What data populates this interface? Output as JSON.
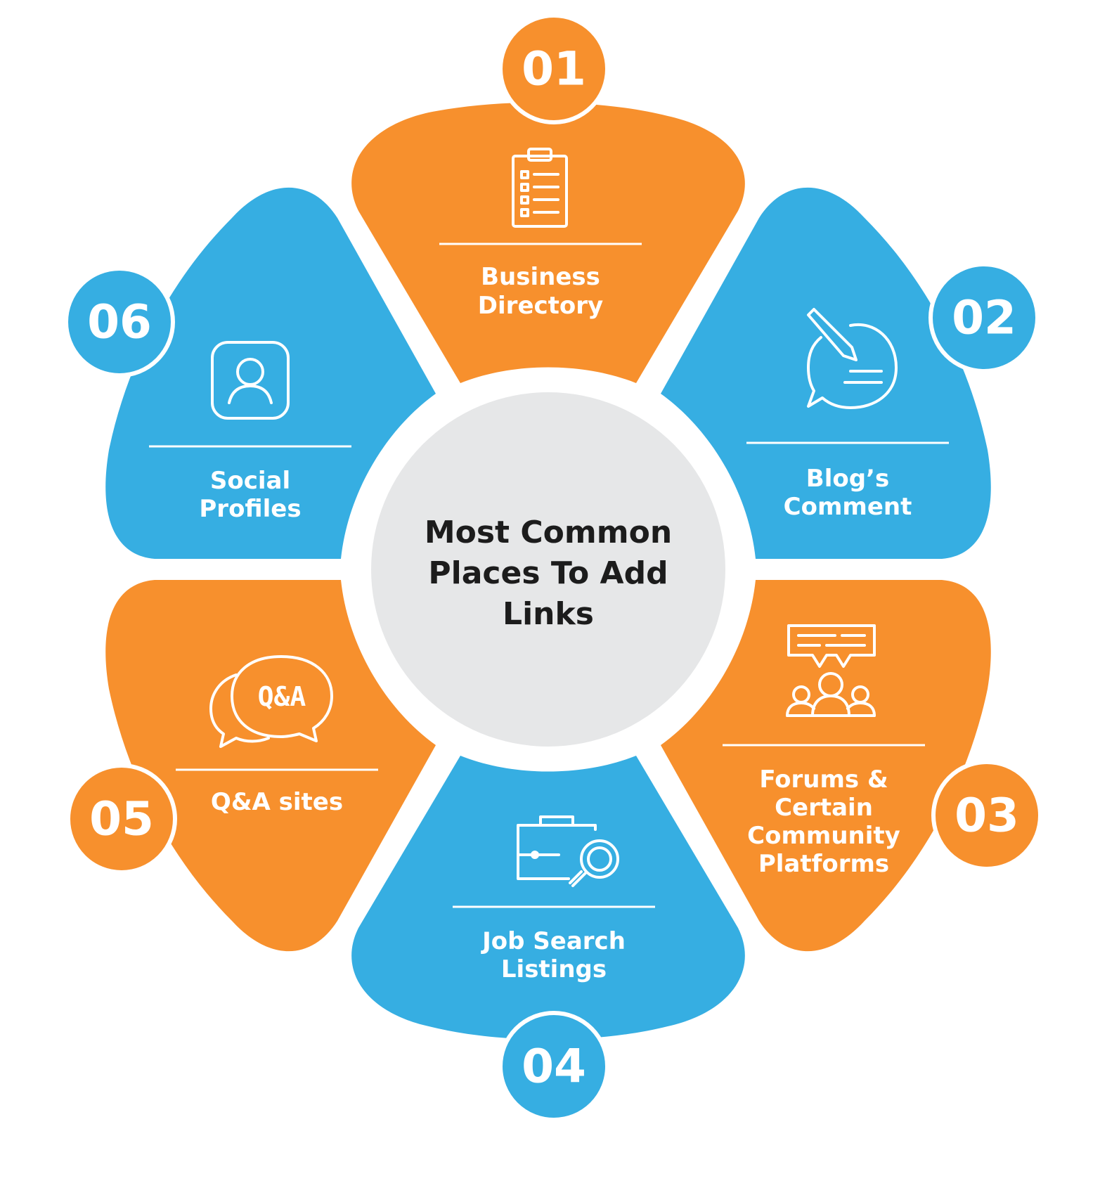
{
  "colors": {
    "orange": "#F7902D",
    "blue": "#36AEE2",
    "center": "#E6E7E8",
    "white": "#FFFFFF"
  },
  "center": {
    "title_lines": [
      "Most Common",
      "Places To Add",
      "Links"
    ]
  },
  "items": [
    {
      "number": "01",
      "label_lines": [
        "Business",
        "Directory"
      ],
      "color": "orange",
      "icon": "clipboard-checklist-icon"
    },
    {
      "number": "02",
      "label_lines": [
        "Blog’s",
        "Comment"
      ],
      "color": "blue",
      "icon": "chat-pencil-icon"
    },
    {
      "number": "03",
      "label_lines": [
        "Forums &",
        "Certain",
        "Community",
        "Platforms"
      ],
      "color": "orange",
      "icon": "community-group-icon"
    },
    {
      "number": "04",
      "label_lines": [
        "Job Search",
        "Listings"
      ],
      "color": "blue",
      "icon": "briefcase-search-icon"
    },
    {
      "number": "05",
      "label_lines": [
        "Q&A sites"
      ],
      "color": "orange",
      "icon": "qa-bubbles-icon"
    },
    {
      "number": "06",
      "label_lines": [
        "Social",
        "Profiles"
      ],
      "color": "blue",
      "icon": "user-profile-icon"
    }
  ],
  "icon_text": {
    "qa": "Q&A"
  }
}
